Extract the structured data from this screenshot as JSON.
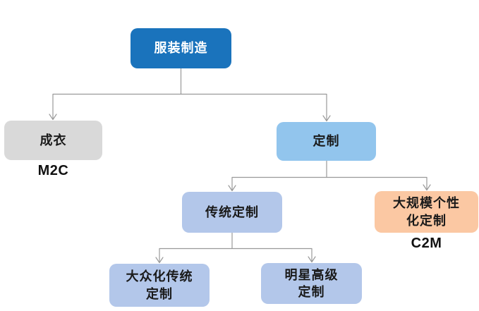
{
  "diagram": {
    "type": "flowchart",
    "background": "#ffffff",
    "connector_color": "#999999",
    "nodes": {
      "root": {
        "label": "服装制造",
        "fill": "#1a73bc",
        "text_color": "#ffffff"
      },
      "ready_to_wear": {
        "label": "成衣",
        "caption": "M2C",
        "fill": "#d9d9d9",
        "text_color": "#1a1a1a"
      },
      "custom": {
        "label": "定制",
        "fill": "#92c5ed",
        "text_color": "#1a1a1a"
      },
      "traditional_custom": {
        "label": "传统定制",
        "fill": "#b3c7ea",
        "text_color": "#1a1a1a"
      },
      "mass_personalized_custom": {
        "label": "大规模个性\n化定制",
        "caption": "C2M",
        "fill": "#fbc8a3",
        "text_color": "#1a1a1a"
      },
      "popular_traditional_custom": {
        "label": "大众化传统\n定制",
        "fill": "#b3c7ea",
        "text_color": "#1a1a1a"
      },
      "celebrity_haute_custom": {
        "label": "明星高级\n定制",
        "fill": "#b3c7ea",
        "text_color": "#1a1a1a"
      }
    },
    "edges": [
      {
        "from": "服装制造",
        "to": "成衣"
      },
      {
        "from": "服装制造",
        "to": "定制"
      },
      {
        "from": "定制",
        "to": "传统定制"
      },
      {
        "from": "定制",
        "to": "大规模个性化定制"
      },
      {
        "from": "传统定制",
        "to": "大众化传统定制"
      },
      {
        "from": "传统定制",
        "to": "明星高级定制"
      }
    ]
  }
}
